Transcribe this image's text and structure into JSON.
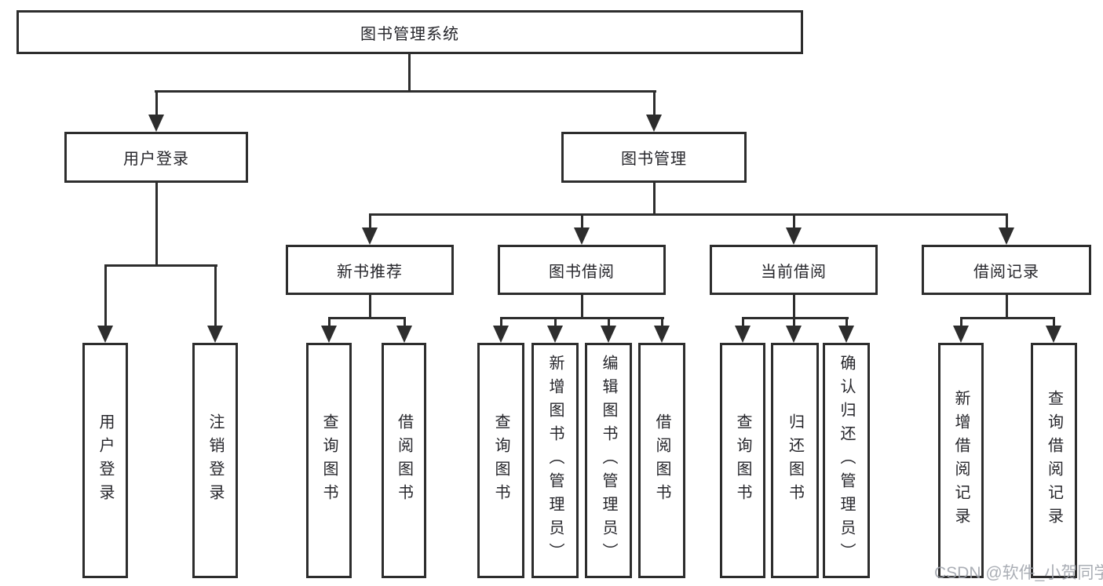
{
  "colors": {
    "line": "#2d2d2d",
    "text": "#26262b",
    "background": "#ffffff",
    "watermark": "#9ea3ab"
  },
  "watermark": {
    "text": "CSDN @软件_小贺同学"
  },
  "diagram": {
    "type": "tree",
    "root": {
      "label": "图书管理系统"
    },
    "level2": [
      {
        "label": "用户登录"
      },
      {
        "label": "图书管理"
      }
    ],
    "level3": [
      {
        "label": "新书推荐"
      },
      {
        "label": "图书借阅"
      },
      {
        "label": "当前借阅"
      },
      {
        "label": "借阅记录"
      }
    ],
    "leaves": {
      "user_login": [
        {
          "label": "用户登录"
        },
        {
          "label": "注销登录"
        }
      ],
      "new_book": [
        {
          "label": "查询图书"
        },
        {
          "label": "借阅图书"
        }
      ],
      "book_borrow": [
        {
          "label": "查询图书"
        },
        {
          "label": "新增图书（管理员）"
        },
        {
          "label": "编辑图书（管理员）"
        },
        {
          "label": "借阅图书"
        }
      ],
      "current_borrow": [
        {
          "label": "查询图书"
        },
        {
          "label": "归还图书"
        },
        {
          "label": "确认归还（管理员）"
        }
      ],
      "borrow_record": [
        {
          "label": "新增借阅记录"
        },
        {
          "label": "查询借阅记录"
        }
      ]
    }
  }
}
